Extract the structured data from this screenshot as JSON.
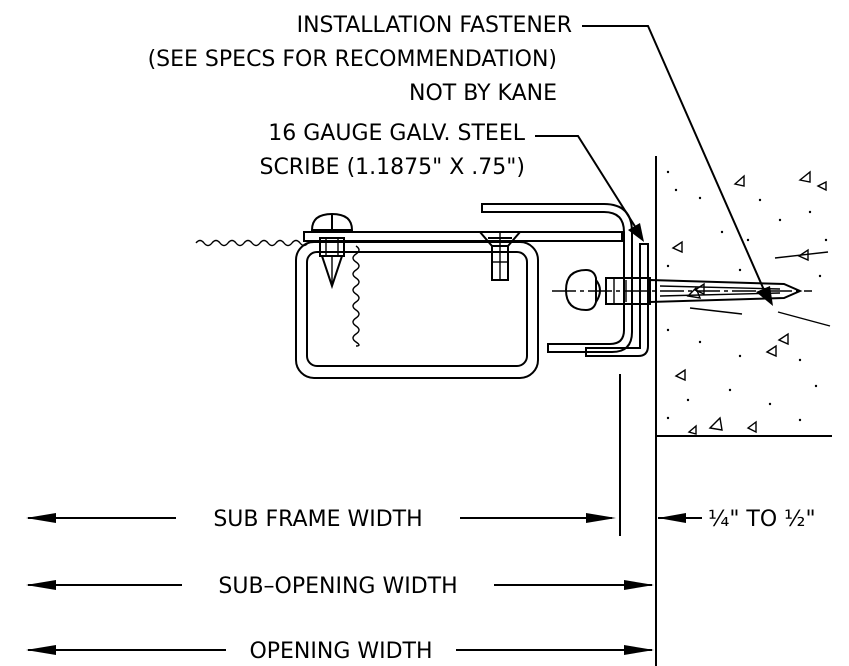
{
  "labels": {
    "fastener_line1": "INSTALLATION FASTENER",
    "fastener_line2": "(SEE SPECS FOR RECOMMENDATION)",
    "fastener_line3": "NOT BY KANE",
    "scribe_line1": "16 GAUGE GALV. STEEL",
    "scribe_line2": "SCRIBE (1.1875\" X .75\")"
  },
  "dimensions": {
    "sub_frame_width": "SUB FRAME WIDTH",
    "gap": "¼\" TO ½\"",
    "sub_opening_width": "SUB–OPENING WIDTH",
    "opening_width": "OPENING WIDTH"
  }
}
